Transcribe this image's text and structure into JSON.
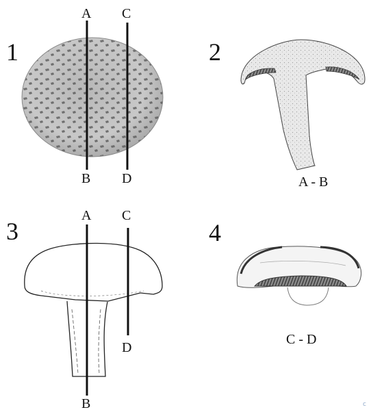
{
  "panels": [
    {
      "number": "1",
      "top_labels": [
        "A",
        "C"
      ],
      "bottom_labels": [
        "B",
        "D"
      ]
    },
    {
      "number": "2",
      "caption": "A - B"
    },
    {
      "number": "3",
      "top_labels": [
        "A",
        "C"
      ],
      "bottom_labels": [
        "B",
        "D"
      ]
    },
    {
      "number": "4",
      "caption": "C - D"
    }
  ],
  "colors": {
    "ink": "#111111",
    "cap_fill": "#c9c9c9",
    "section_fill": "#e2e2e2",
    "gill_fill": "#6b6b6b"
  }
}
